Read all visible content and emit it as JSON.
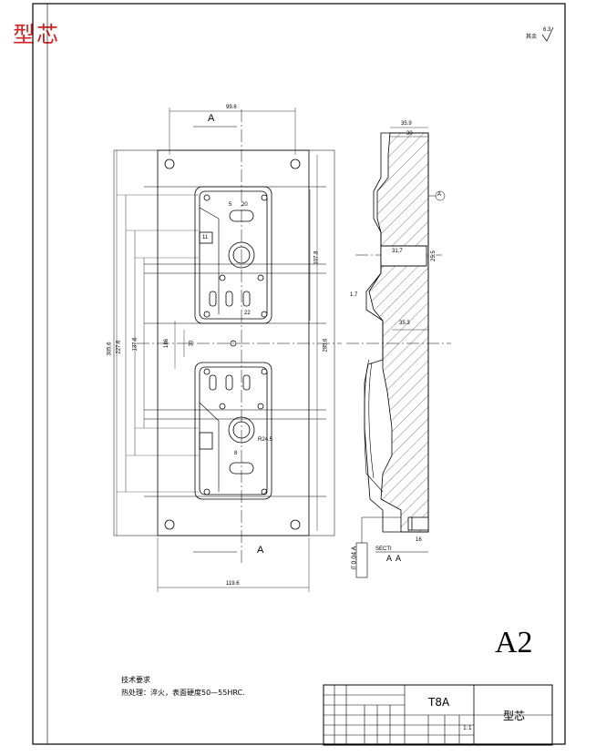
{
  "corner_title": "型芯",
  "surface_finish": "6.3",
  "section_label": "A",
  "section_caption": "A  A",
  "section_caption_prefix": "SECTI",
  "datum_label": "A",
  "sheet_size": "A2",
  "tolerance_frame": "// 0.04 A",
  "notes": {
    "heading": "技术要求",
    "line1": "热处理：淬火，表面硬度50—55HRC."
  },
  "dimensions": {
    "top_width": "99.6",
    "bottom_width": "119.6",
    "right_width": "35.9",
    "right_inner": "30",
    "overall_height": "305.6",
    "inner_height_1": "227.6",
    "inner_height_2": "137.6",
    "d1": "186",
    "d2": "30",
    "right_height": "285.6",
    "cavity_h": "107.8",
    "hole_depth": "31.7",
    "hole_dia": "25.5",
    "offset": "1.7",
    "section_depth": "35.3",
    "small_16": "16",
    "pocket_20": "20",
    "pocket_5": "5",
    "pocket_22": "22",
    "pocket_11": "11",
    "pocket_8": "8",
    "radius": "R24.5"
  },
  "title_block": {
    "material": "T8A",
    "part_name": "型芯",
    "scale": "1:1"
  }
}
